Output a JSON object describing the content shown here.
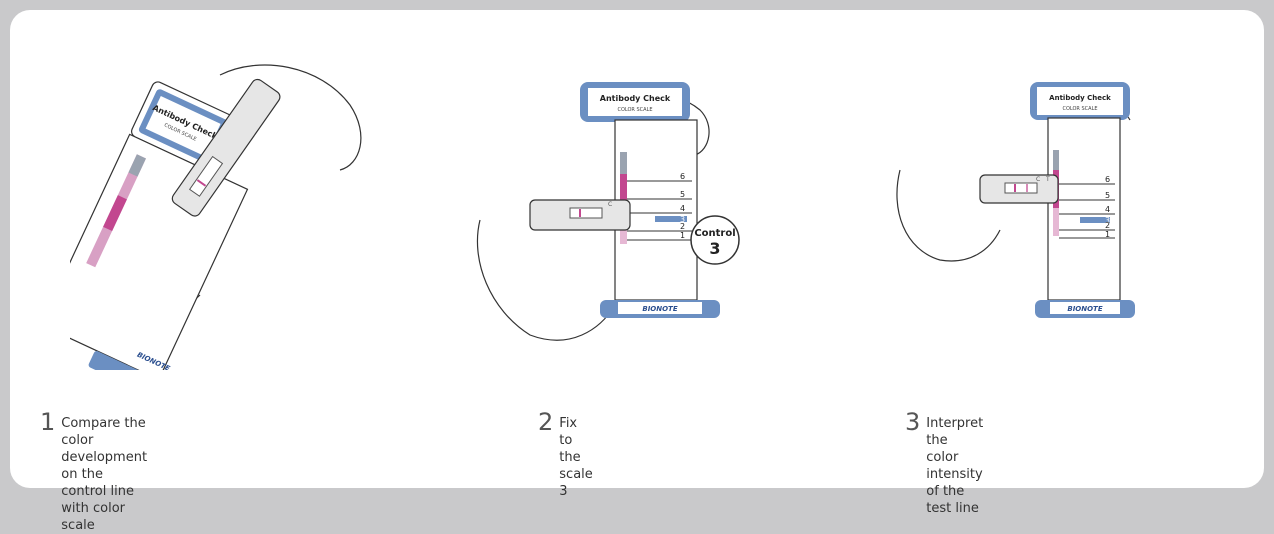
{
  "device": {
    "title": "Antibody Check",
    "subtitle": "COLOR SCALE",
    "brand": "BIONOTE",
    "scale_labels": [
      "6",
      "5",
      "4",
      "3",
      "2",
      "1"
    ],
    "strip_letters": [
      "C",
      "T"
    ],
    "control_tag": "Control"
  },
  "callout": {
    "line1": "Control",
    "line2": "3"
  },
  "steps": [
    {
      "number": "1",
      "lines": [
        "Compare the color development",
        "on the control line with color scale"
      ]
    },
    {
      "number": "2",
      "lines": [
        "Fix to the scale 3"
      ]
    },
    {
      "number": "3",
      "lines": [
        "Interpret the color intensity of the",
        "test line"
      ]
    }
  ],
  "colors": {
    "frame": "#c9c9cb",
    "device_blue": "#6b8fc2",
    "scale_pink": "#c2478f",
    "line": "#333333"
  }
}
